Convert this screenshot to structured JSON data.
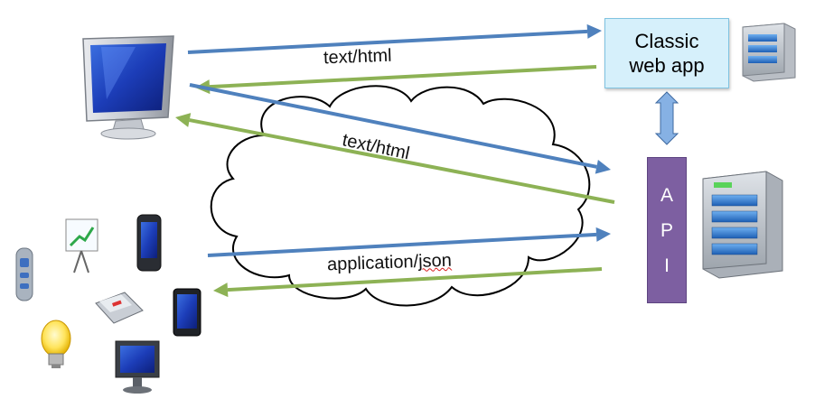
{
  "classic_box": {
    "line1": "Classic",
    "line2": "web app"
  },
  "api_box": {
    "letters": [
      "A",
      "P",
      "I"
    ]
  },
  "labels": {
    "top_arrow": "text/html",
    "middle_arrow": "text/html",
    "json_prefix": "application/",
    "json_suffix": "json"
  },
  "colors": {
    "request_arrow": "#4f81bd",
    "response_arrow": "#8db255",
    "classic_box_fill": "#d6f0fb",
    "api_box_fill": "#7d5fa1"
  },
  "icons": [
    "desktop-monitor-icon",
    "server-tower-icon",
    "server-tower-large-icon",
    "cloud-icon",
    "usb-remote-icon",
    "presentation-board-icon",
    "smartphone-icon",
    "printer-icon",
    "tablet-icon",
    "light-bulb-icon",
    "flat-monitor-icon"
  ]
}
